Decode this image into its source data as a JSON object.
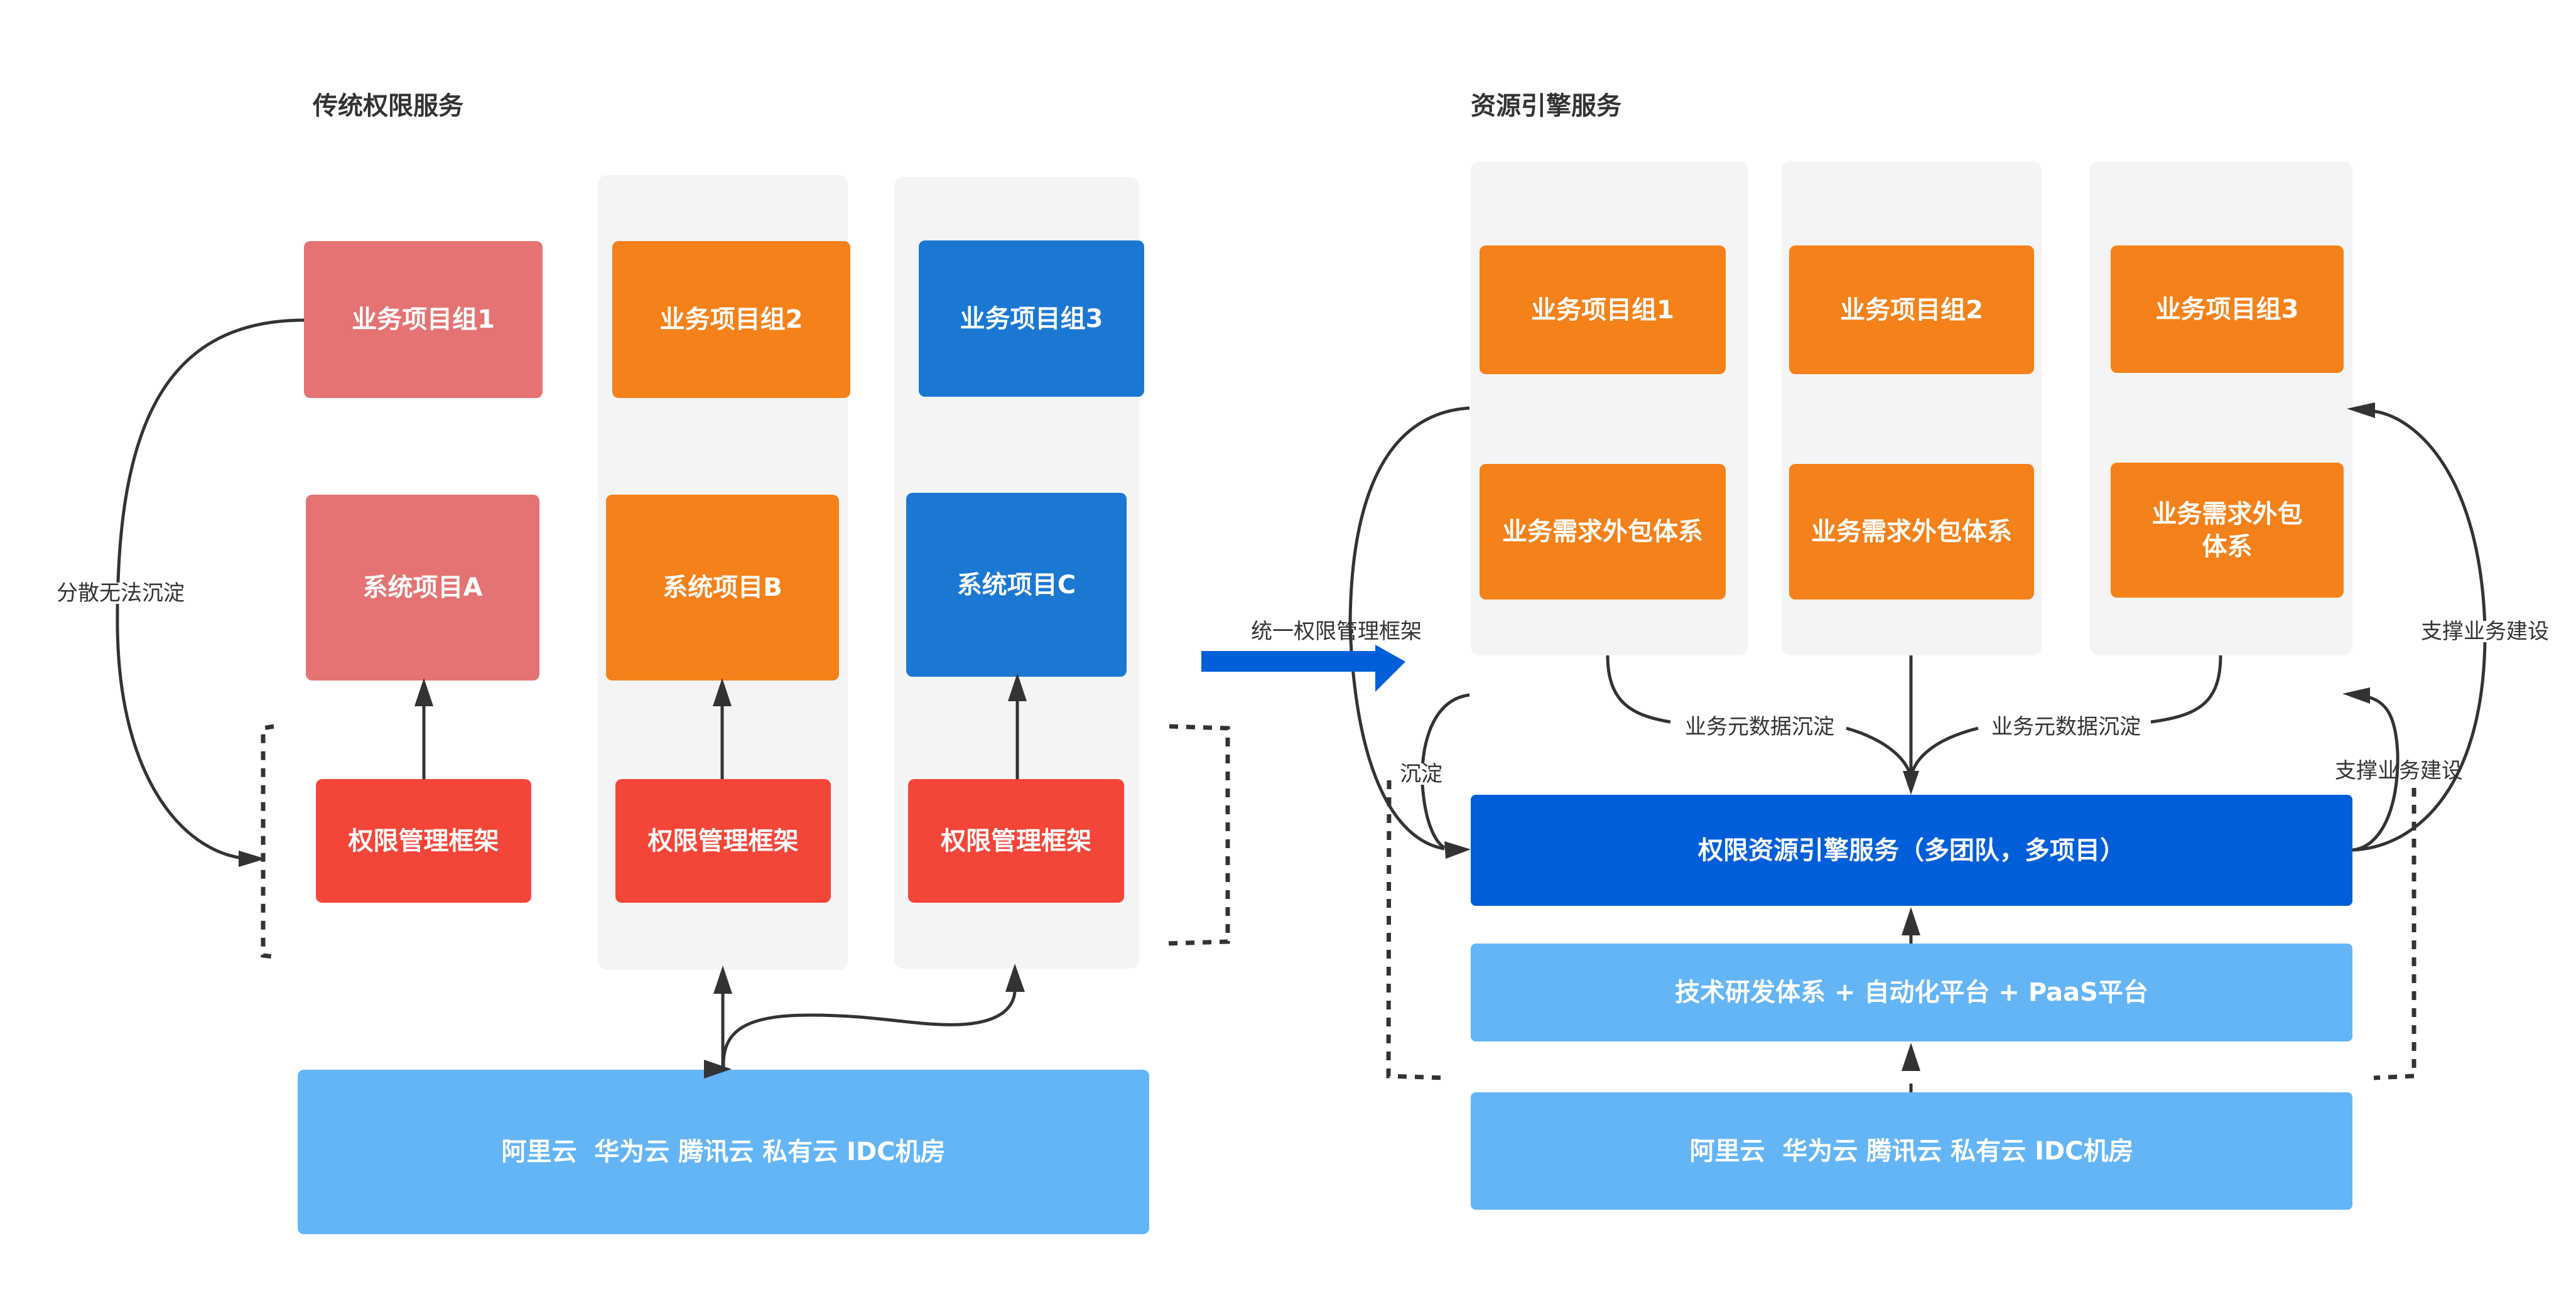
{
  "left": {
    "title": "传统权限服务",
    "business_groups": [
      "业务项目组1",
      "业务项目组2",
      "业务项目组3"
    ],
    "system_projects": [
      "系统项目A",
      "系统项目B",
      "系统项目C"
    ],
    "permission_frameworks": [
      "权限管理框架",
      "权限管理框架",
      "权限管理框架"
    ],
    "infrastructure": "阿里云  华为云 腾讯云 私有云 IDC机房",
    "edge_label_scattered": "分散无法沉淀"
  },
  "transition": {
    "label": "统一权限管理框架"
  },
  "right": {
    "title": "资源引擎服务",
    "business_groups": [
      "业务项目组1",
      "业务项目组2",
      "业务项目组3"
    ],
    "outsourcing": [
      "业务需求外包体系",
      "业务需求外包体系",
      "业务需求外包体系"
    ],
    "engine": "权限资源引擎服务（多团队，多项目）",
    "platform": "技术研发体系 + 自动化平台 + PaaS平台",
    "infrastructure": "阿里云  华为云 腾讯云 私有云 IDC机房",
    "edge_labels": {
      "settle": "沉淀",
      "metadata_left": "业务元数据沉淀",
      "metadata_right": "业务元数据沉淀",
      "support_inner": "支撑业务建设",
      "support_outer": "支撑业务建设"
    }
  },
  "colors": {
    "group1_red": "#E57373",
    "group2_orange": "#F4811A",
    "group3_blue": "#1B78D2",
    "permission_red": "#F44539",
    "engine_blue": "#005ED8",
    "light_blue": "#64B5F6",
    "column_gray": "#F4F4F4",
    "line": "#333333"
  }
}
